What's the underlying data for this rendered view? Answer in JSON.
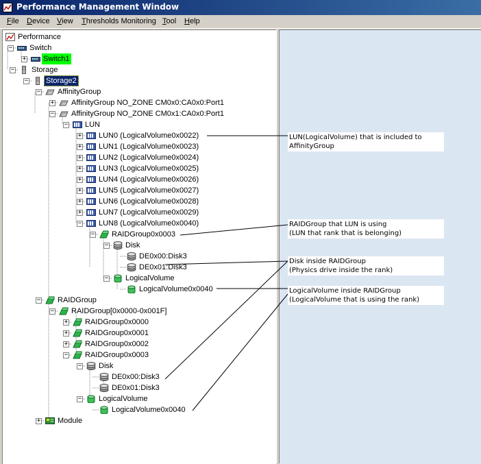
{
  "window": {
    "title": "Performance Management Window"
  },
  "menu": [
    "File",
    "Device",
    "View",
    "Thresholds Monitoring",
    "Tool",
    "Help"
  ],
  "tree": {
    "root": "Performance",
    "switch": "Switch",
    "switch1": "Switch1",
    "storage": "Storage",
    "storage2": "Storage2",
    "affinity_group": "AffinityGroup",
    "ag_port0": "AffinityGroup NO_ZONE CM0x0:CA0x0:Port1",
    "ag_port1": "AffinityGroup NO_ZONE CM0x1:CA0x0:Port1",
    "lun": "LUN",
    "luns": [
      "LUN0 (LogicalVolume0x0022)",
      "LUN1 (LogicalVolume0x0023)",
      "LUN2 (LogicalVolume0x0024)",
      "LUN3 (LogicalVolume0x0025)",
      "LUN4 (LogicalVolume0x0026)",
      "LUN5 (LogicalVolume0x0027)",
      "LUN6 (LogicalVolume0x0028)",
      "LUN7 (LogicalVolume0x0029)",
      "LUN8 (LogicalVolume0x0040)"
    ],
    "lun_raid": "RAIDGroup0x0003",
    "lun_disk": "Disk",
    "lun_disks": [
      "DE0x00:Disk3",
      "DE0x01:Disk3"
    ],
    "lun_lv": "LogicalVolume",
    "lun_lv_item": "LogicalVolume0x0040",
    "raidgroup": "RAIDGroup",
    "raid_range": "RAIDGroup[0x0000-0x001F]",
    "raid_items": [
      "RAIDGroup0x0000",
      "RAIDGroup0x0001",
      "RAIDGroup0x0002",
      "RAIDGroup0x0003"
    ],
    "raid_disk": "Disk",
    "raid_disks": [
      "DE0x00:Disk3",
      "DE0x01:Disk3"
    ],
    "raid_lv": "LogicalVolume",
    "raid_lv_item": "LogicalVolume0x0040",
    "module": "Module"
  },
  "callouts": {
    "lun": [
      "LUN(LogicalVolume) that is included to",
      "AffinityGroup"
    ],
    "raid": [
      "RAIDGroup that LUN is using",
      "(LUN that rank that is belonging)"
    ],
    "disk": [
      "Disk inside RAIDGroup",
      "(Physics drive inside the rank)"
    ],
    "lv": [
      "LogicalVolume inside RAIDGroup",
      "(LogicalVolume that is using the rank)"
    ]
  },
  "colors": {
    "titlebar": "#0a246a",
    "selection": "#0a246a",
    "highlight": "#00ff00",
    "right_pane": "#dbe6f3",
    "raid_icon": "#2db34a"
  },
  "icons": {
    "app": "chart-window-icon",
    "switch": "switch-device-icon",
    "storage": "storage-cabinet-icon",
    "affinity": "folder-group-icon",
    "lun": "lun-volume-icon",
    "raid": "raid-group-icon",
    "disk": "disk-stack-icon",
    "lv": "cylinder-icon",
    "module": "module-board-icon"
  }
}
